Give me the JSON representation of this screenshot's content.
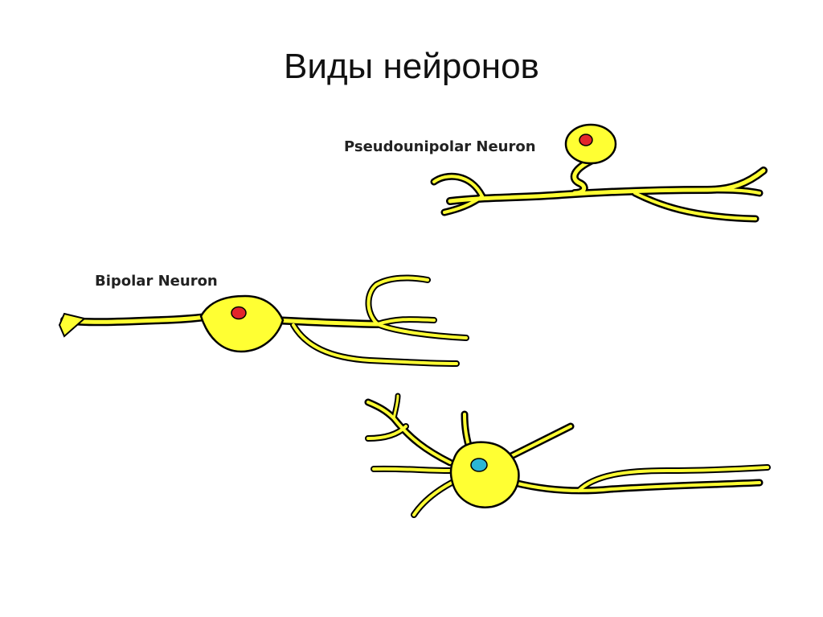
{
  "slide": {
    "title": "Виды нейронов"
  },
  "labels": {
    "pseudounipolar": "Pseudounipolar Neuron",
    "bipolar": "Bipolar Neuron"
  },
  "colors": {
    "neuron_fill": "#ffff33",
    "neuron_outline": "#000000",
    "nucleus_pseudounipolar": "#e3262b",
    "nucleus_bipolar": "#e3262b",
    "nucleus_multipolar": "#2bb6d6"
  }
}
